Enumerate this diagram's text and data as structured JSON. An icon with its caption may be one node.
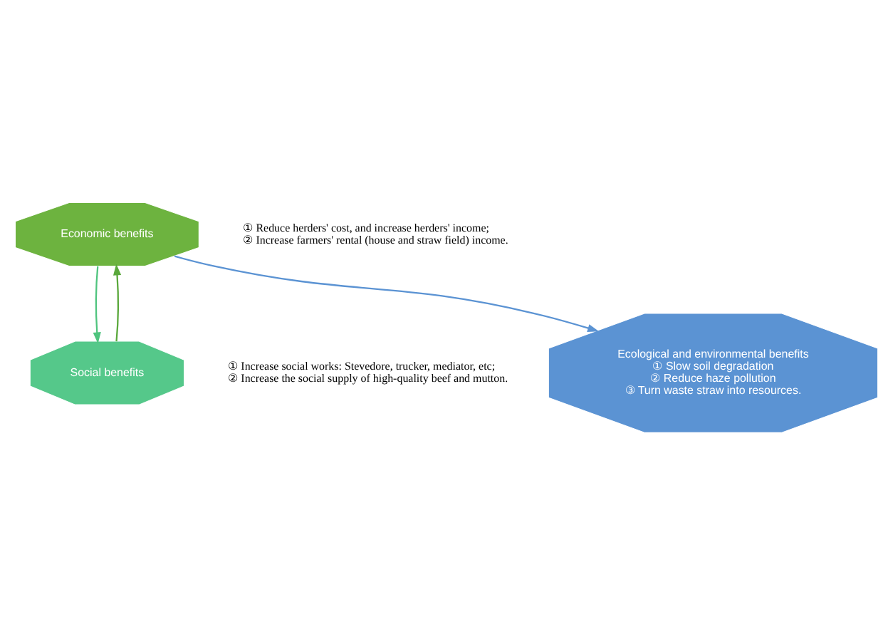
{
  "diagram": {
    "nodes": [
      {
        "text": [
          "Economic benefits"
        ],
        "beside": [
          "① Reduce herders' cost, and increase herders' income;",
          "② Increase farmers' rental (house and straw field) income."
        ]
      },
      {
        "text": [
          "Social benefits"
        ],
        "beside": [
          "① Increase social works: Stevedore, trucker, mediator, etc;",
          "② Increase the social supply of high-quality beef and mutton."
        ]
      },
      {
        "text": [
          "Ecological and environmental benefits",
          "① Slow soil degradation",
          "② Reduce haze pollution",
          "③ Turn waste straw into resources."
        ]
      }
    ],
    "edges": [
      {
        "from": 1,
        "to": 0,
        "arrow": "to",
        "color": "#5aa83c"
      },
      {
        "from": 0,
        "to": 1,
        "arrow": "to",
        "color": "#4fc47e"
      },
      {
        "from": 0,
        "to": 2,
        "arrow": "to",
        "color": "#5b93d3"
      }
    ]
  }
}
